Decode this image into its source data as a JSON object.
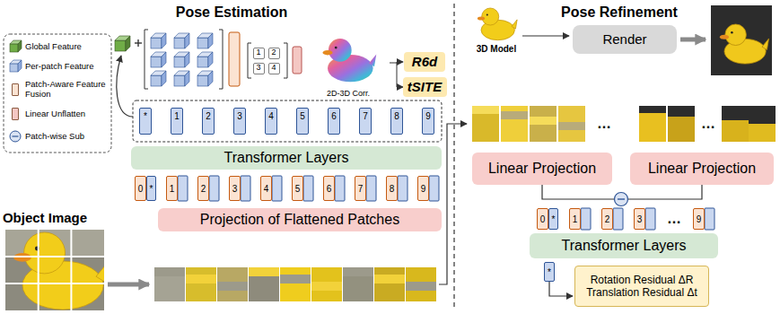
{
  "diagram": {
    "nodes": [
      {
        "text": [
          "R6d"
        ]
      },
      {
        "text": [
          "tSITE"
        ]
      },
      {
        "text": [
          "Transformer Layers"
        ]
      },
      {
        "text": [
          "Projection of Flattened Patches"
        ]
      },
      {
        "text": [
          "Render"
        ]
      },
      {
        "text": [
          "Linear Projection"
        ]
      },
      {
        "text": [
          "Linear Projection"
        ]
      },
      {
        "text": [
          "Transformer Layers"
        ]
      },
      {
        "text": [
          "Rotation Residual ΔR",
          "Translation Residual Δt"
        ]
      }
    ],
    "labels": [
      "Pose Estimation",
      "Pose Refinement",
      "*",
      "1",
      "2",
      "3",
      "4",
      "5",
      "6",
      "7",
      "8",
      "9",
      "1",
      "2",
      "3",
      "4",
      "2D-3D Corr.",
      "0",
      "*",
      "1",
      "2",
      "3",
      "4",
      "5",
      "6",
      "7",
      "8",
      "9",
      "Object Image",
      "3D Model",
      "…",
      "…",
      "0",
      "*",
      "1",
      "2",
      "3",
      "…",
      "9",
      "*"
    ],
    "legend": [
      {
        "text": "Global Feature"
      },
      {
        "text": "Per-patch Feature"
      },
      {
        "text": "Patch-Aware Feature Fusion",
        "color": "#fbe3d2"
      },
      {
        "text": "Linear Unflatten",
        "color": "#f4c7c3"
      },
      {
        "text": "Patch-wise Sub"
      }
    ]
  }
}
